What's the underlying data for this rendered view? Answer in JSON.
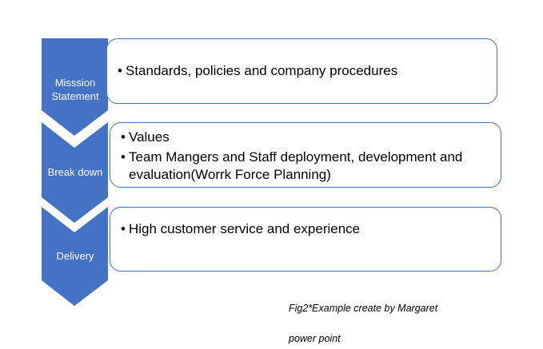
{
  "theme": {
    "accent": "#4472c4",
    "box_border": "#4472c4",
    "chevron_text": "#ffffff"
  },
  "stages": [
    {
      "label": "Misssion Statement",
      "label_lines": [
        "Misssion",
        "Statement"
      ],
      "bullets": [
        "Standards, policies and company  procedures"
      ]
    },
    {
      "label": "Break down",
      "label_lines": [
        "Break down"
      ],
      "bullets": [
        "Values",
        "Team Mangers and Staff deployment, development and evaluation(Worrk Force Planning)"
      ]
    },
    {
      "label": "Delivery",
      "label_lines": [
        "Delivery"
      ],
      "bullets": [
        "High customer service and experience"
      ]
    }
  ],
  "caption": {
    "line1": "Fig2*Example create by Margaret",
    "line2": "power point"
  }
}
